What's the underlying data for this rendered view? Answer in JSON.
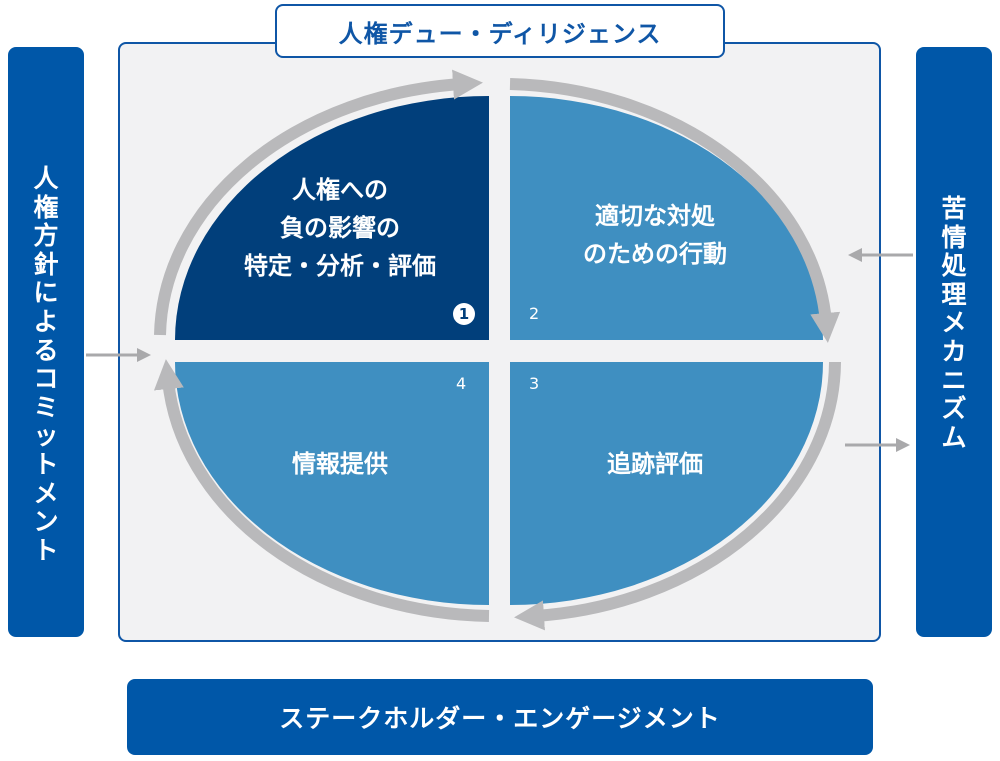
{
  "title": "人権デュー・ディリジェンス",
  "left_box": {
    "label": "人権方針によるコミットメント"
  },
  "right_box": {
    "label": "苦情処理メカニズム"
  },
  "bottom_box": {
    "label": "ステークホルダー・エンゲージメント"
  },
  "quadrants": [
    {
      "number": "1",
      "lines": [
        "人権への",
        "負の影響の",
        "特定・分析・評価"
      ],
      "color": "#013f7b"
    },
    {
      "number": "2",
      "lines": [
        "適切な対処",
        "のための行動"
      ],
      "color": "#3f8fc1"
    },
    {
      "number": "3",
      "lines": [
        "追跡評価"
      ],
      "color": "#3f8fc1"
    },
    {
      "number": "4",
      "lines": [
        "情報提供"
      ],
      "color": "#3f8fc1"
    }
  ],
  "colors": {
    "brand_blue": "#0057a8",
    "frame_border": "#0f56a6",
    "frame_bg": "#f2f2f3",
    "arrow_gray": "#b9b9bb"
  }
}
